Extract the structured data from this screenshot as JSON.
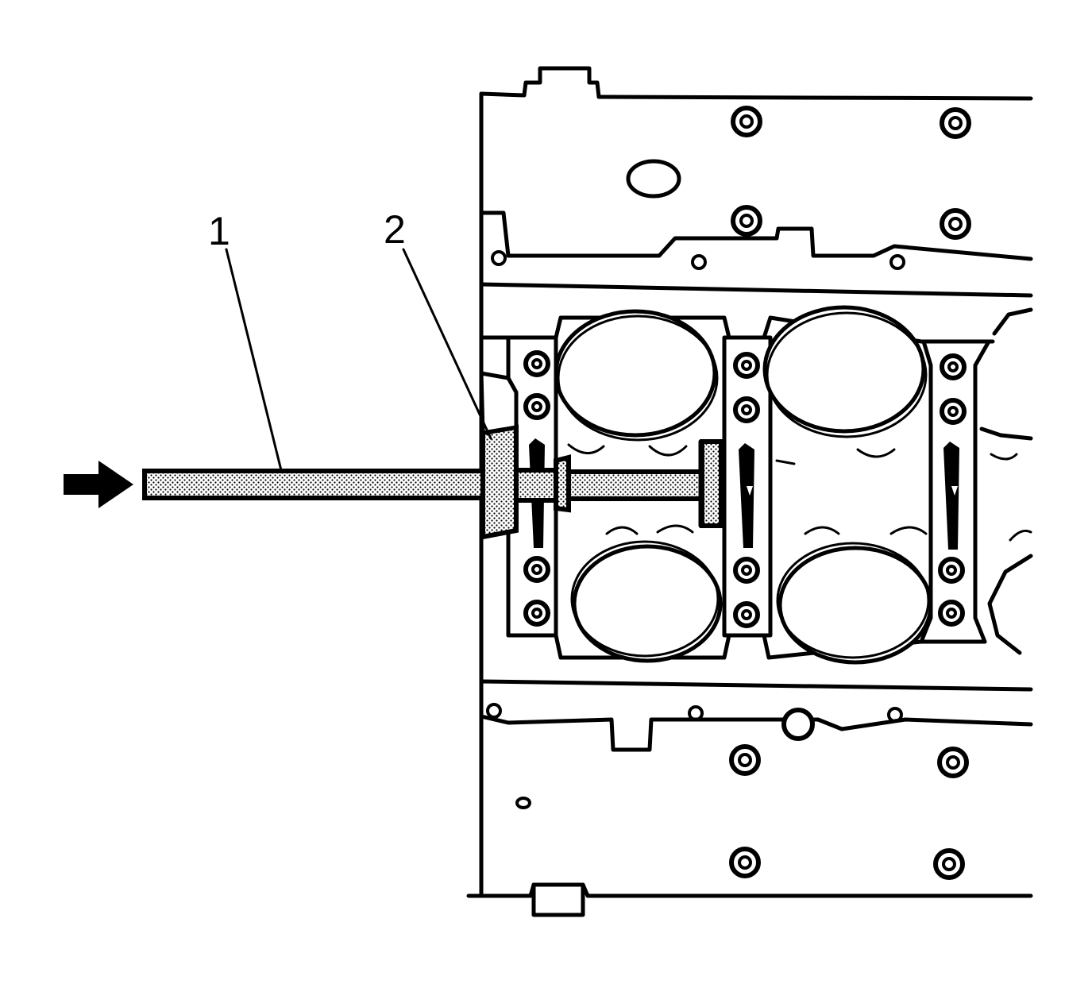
{
  "figure": {
    "callouts": [
      {
        "label": "1",
        "part": "tool-rod"
      },
      {
        "label": "2",
        "part": "bearing-installer-adapter"
      }
    ],
    "direction_indicator": "arrow-right-icon",
    "colors": {
      "line": "#000000",
      "background": "#ffffff",
      "hatch": "#000000"
    }
  }
}
